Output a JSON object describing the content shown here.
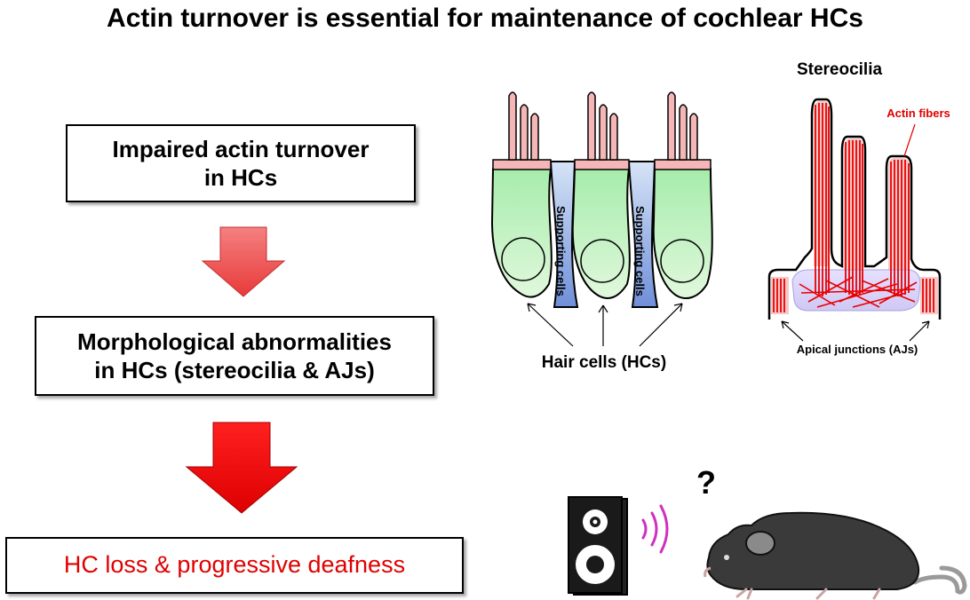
{
  "title": "Actin turnover is essential for maintenance of cochlear HCs",
  "flow": {
    "step1": [
      "Impaired actin turnover",
      "in HCs"
    ],
    "step2": [
      "Morphological abnormalities",
      "in HCs (stereocilia & AJs)"
    ],
    "step3": "HC loss & progressive deafness"
  },
  "hair_cell_diagram": {
    "supporting_label_1": "Supporting cells",
    "supporting_label_2": "Supporting cells",
    "hair_cells_label": "Hair cells (HCs)"
  },
  "stereocilia_diagram": {
    "title": "Stereocilia",
    "actin_label": "Actin fibers",
    "aj_label": "Apical junctions (AJs)"
  },
  "hearing": {
    "question_mark": "?"
  },
  "colors": {
    "arrow_light": "#f05050",
    "arrow_dark": "#e81010",
    "hair_cell_fill": "#c8f0c0",
    "supporting_fill": "#8aa8e0",
    "stereocilia_fill": "#f4b8b8",
    "actin_red": "#e80000",
    "sound_waves": "#d030c0",
    "loss_text": "#e00000"
  }
}
